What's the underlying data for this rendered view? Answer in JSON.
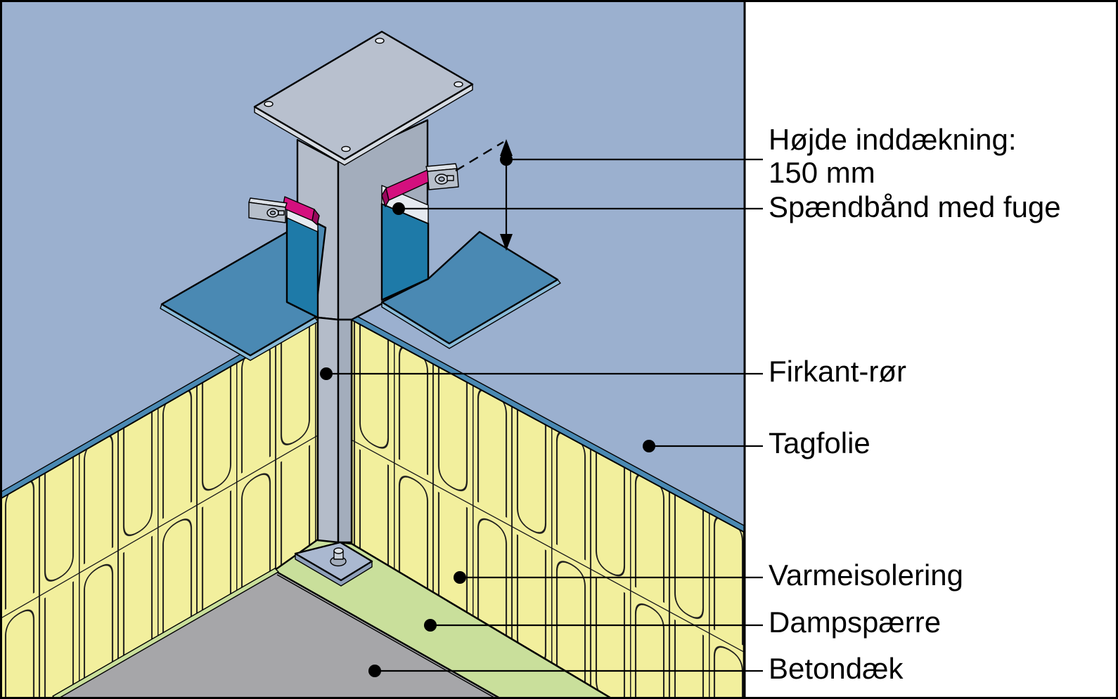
{
  "diagram": {
    "kind": "isometric-roof-penetration-detail",
    "annotations": {
      "flashing_height_line1": "Højde inddækning:",
      "flashing_height_line2": "150 mm",
      "clamp_band": "Spændbånd med fuge",
      "square_tube": "Firkant-rør",
      "roof_membrane": "Tagfolie",
      "thermal_insulation": "Varmeisolering",
      "vapor_barrier": "Dampspærre",
      "concrete_deck": "Betondæk"
    },
    "colors": {
      "membrane": "#9bb0cf",
      "panel": "#ffffff",
      "insulation": "#f2ef9d",
      "vapor": "#c9df9b",
      "concrete": "#a6a6a9",
      "flash-dark": "#1e7aa8",
      "flash-mid": "#4a89b3",
      "flash-edge": "#8abbd8",
      "band": "#d4107e",
      "band-dark": "#97095c",
      "steel-light": "#b4bcc9",
      "steel-mid": "#a3adbc",
      "steel-plate": "#b8c0ce",
      "steel-edge": "#d7dce3",
      "base-plate": "#aab8d0",
      "base-edge": "#8fa0ba",
      "buckle": "#b7bfca",
      "buckle-top": "#dde2e8",
      "white-strip": "#e6eaf0",
      "bolt": "#c9d0da"
    }
  }
}
